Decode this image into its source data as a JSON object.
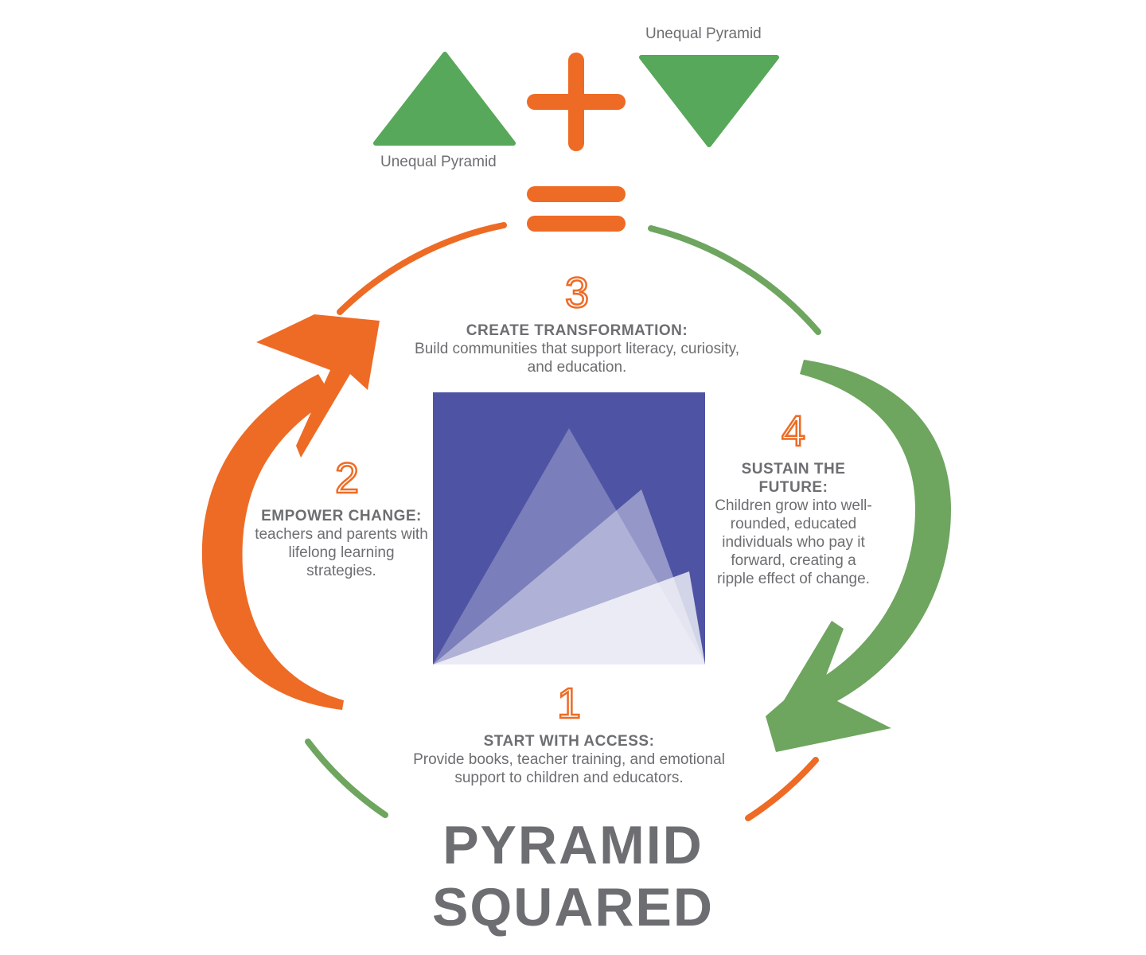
{
  "equation": {
    "left_label": "Unequal Pyramid",
    "right_label": "Unequal Pyramid"
  },
  "steps": [
    {
      "number": "1",
      "heading": "START WITH ACCESS:",
      "text": "Provide books, teacher training, and emotional support to children and educators."
    },
    {
      "number": "2",
      "heading": "EMPOWER CHANGE:",
      "text": "teachers and parents with lifelong learning strategies."
    },
    {
      "number": "3",
      "heading": "CREATE TRANSFORMATION:",
      "text": "Build communities that support literacy, curiosity, and education."
    },
    {
      "number": "4",
      "heading": "SUSTAIN THE FUTURE:",
      "text": "Children grow into well-rounded, educated individuals who pay it forward, creating a ripple effect of change."
    }
  ],
  "title": {
    "line1": "PYRAMID",
    "line2": "SQUARED"
  },
  "colors": {
    "orange": "#ee6b25",
    "green": "#57a85a",
    "arrow_green": "#6ea55f",
    "square": "#4e53a4",
    "text": "#6d6e71"
  }
}
